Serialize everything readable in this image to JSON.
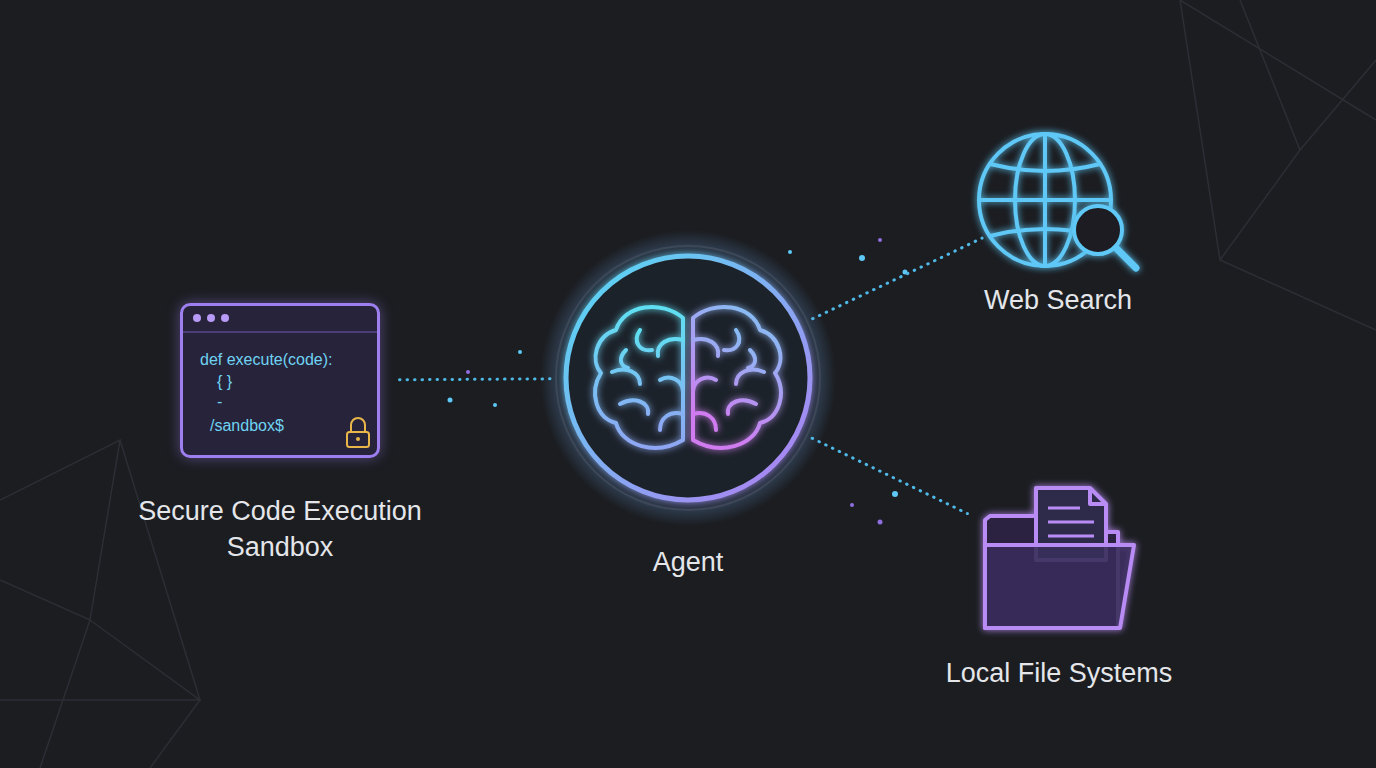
{
  "diagram": {
    "nodes": [
      {
        "text": [
          "def execute(code):",
          "{ }",
          "-",
          "/sandbox$",
          "Secure Code Execution Sandbox"
        ]
      },
      {
        "text": [
          "Agent"
        ]
      },
      {
        "text": [
          "Web Search"
        ]
      },
      {
        "text": [
          "Local File Systems"
        ]
      }
    ],
    "edges": [
      {
        "from": 1,
        "to": 0,
        "arrow": "none"
      },
      {
        "from": 1,
        "to": 2,
        "arrow": "none"
      },
      {
        "from": 1,
        "to": 3,
        "arrow": "none"
      }
    ]
  }
}
